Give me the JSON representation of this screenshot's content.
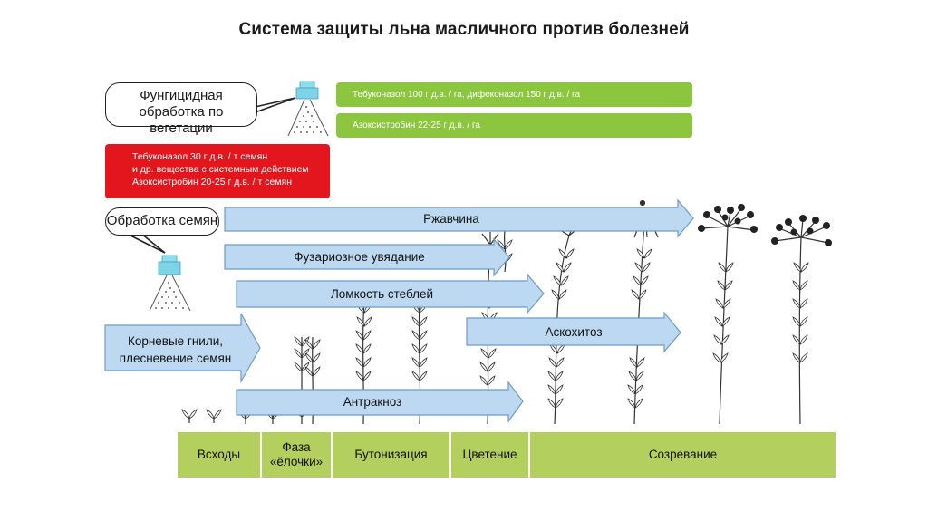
{
  "title": "Система защиты льна масличного против болезней",
  "callouts": {
    "foliar": "Фунгицидная обработка по вегетации",
    "seed": "Обработка семян"
  },
  "foliar_treatments": [
    "Тебуконазол 100 г д.в. / га, дифеконазол 150  г д.в. / га",
    "Азоксистробин 22-25 г д.в. / га"
  ],
  "seed_treatment_lines": [
    "Тебуконазол 30 г д.в. / т  семян",
    "и др. вещества с системным действием",
    "Азоксистробин 20-25 г д.в. / т семян"
  ],
  "diseases": {
    "rust": "Ржавчина",
    "fusarium": "Фузариозное увядание",
    "brittle": "Ломкость стеблей",
    "ascochyta": "Аскохитоз",
    "root_rot_1": "Корневые гнили,",
    "root_rot_2": "плесневение семян",
    "anthracnose": "Антракноз"
  },
  "phases": {
    "emergence": "Всходы",
    "herringbone_1": "Фаза",
    "herringbone_2": "«ёлочки»",
    "budding": "Бутонизация",
    "flowering": "Цветение",
    "ripening": "Созревание"
  },
  "colors": {
    "arrow_fill": "#bcd9f1",
    "arrow_stroke": "#6d9bc7",
    "green": "#8cc63f",
    "red": "#e3161e",
    "phase_bar": "#b3cf5d",
    "sprayer": "#7fd3e6"
  },
  "icons": [
    "sprayer-icon",
    "flax-plant-icon"
  ]
}
